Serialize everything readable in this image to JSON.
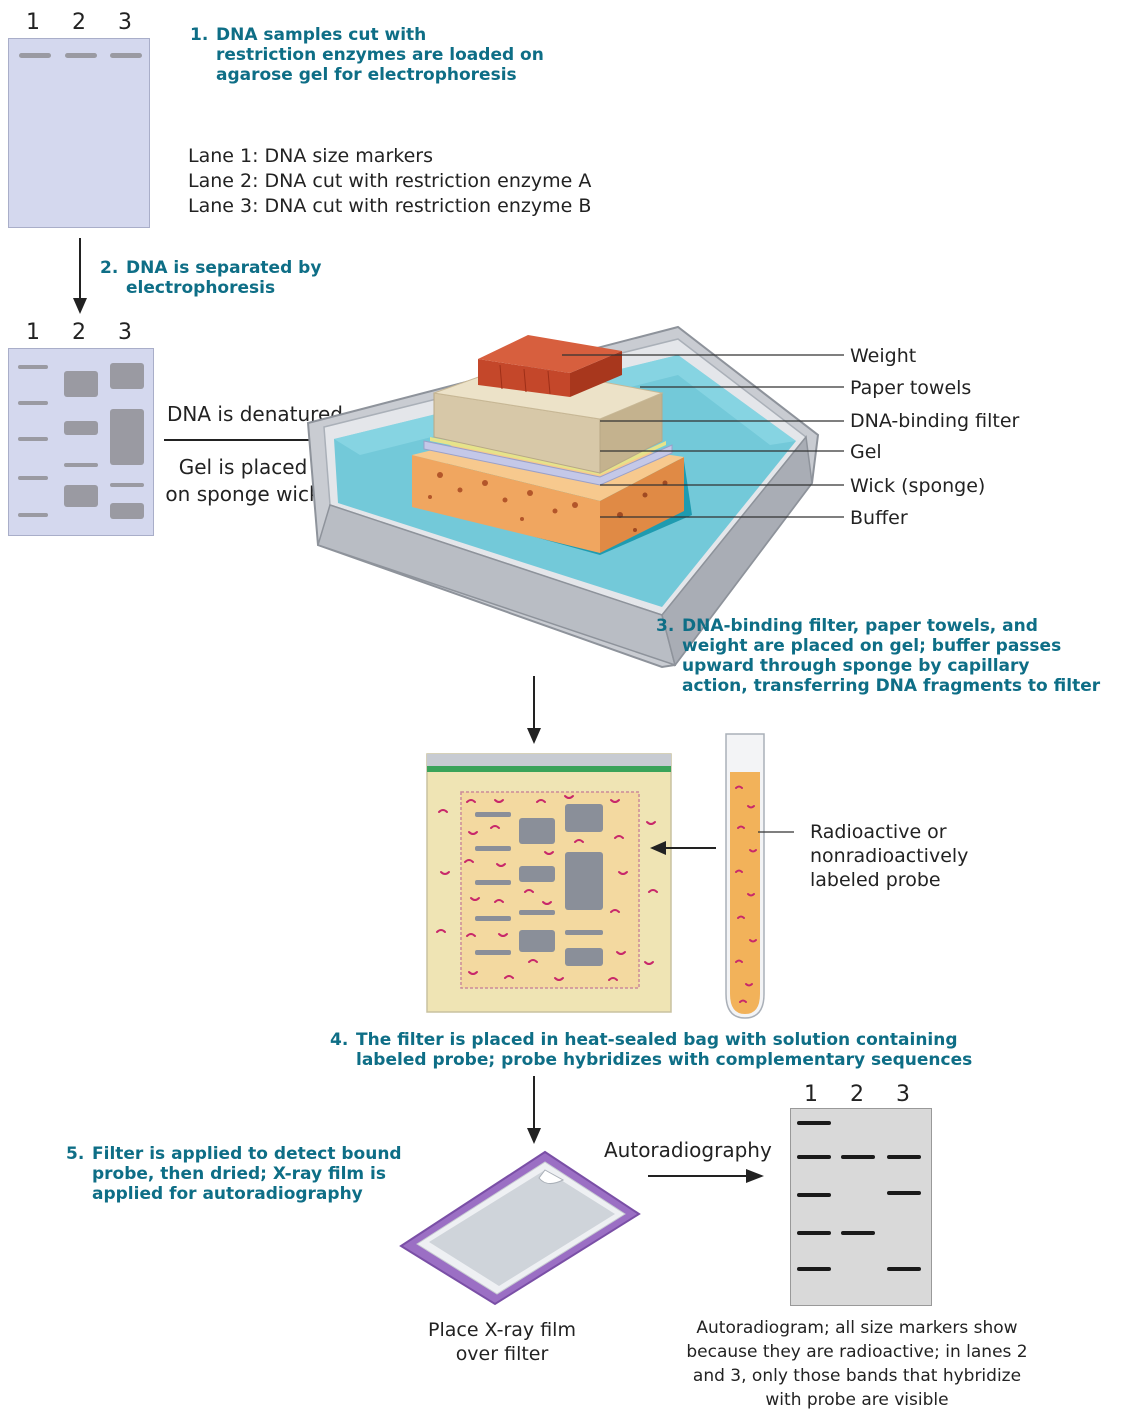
{
  "lanes": [
    "1",
    "2",
    "3"
  ],
  "step1": {
    "num": "1.",
    "text": "DNA samples cut with\nrestriction enzymes are loaded on\nagarose gel for electrophoresis"
  },
  "lane_legend": [
    "Lane 1: DNA size markers",
    "Lane 2: DNA cut with restriction enzyme A",
    "Lane 3: DNA cut with restriction enzyme B"
  ],
  "step2": {
    "num": "2.",
    "text": "DNA is separated by\nelectrophoresis"
  },
  "denatured": "DNA is denatured",
  "gel_placed": "Gel is placed\non sponge wick",
  "apparatus_labels": {
    "weight": "Weight",
    "paper_towels": "Paper towels",
    "filter": "DNA-binding filter",
    "gel": "Gel",
    "wick": "Wick (sponge)",
    "buffer": "Buffer"
  },
  "step3": {
    "num": "3.",
    "text": "DNA-binding filter, paper towels, and\nweight are placed on gel; buffer passes\nupward through sponge by capillary\naction, transferring DNA fragments to filter"
  },
  "probe_label": "Radioactive or\nnonradioactively\nlabeled probe",
  "step4": {
    "num": "4.",
    "text": "The filter is placed in heat-sealed bag with solution containing\nlabeled probe; probe hybridizes with complementary sequences"
  },
  "step5": {
    "num": "5.",
    "text": "Filter is applied to detect bound\nprobe, then dried; X-ray film is\napplied for autoradiography"
  },
  "autoradiography": "Autoradiography",
  "film_caption": "Place X-ray film\nover filter",
  "auto_caption": "Autoradiogram; all size markers show\nbecause they are radioactive; in lanes 2\nand 3, only those bands that hybridize\nwith probe are visible",
  "colors": {
    "step_text": "#0e6e86",
    "gel_fill": "#d4d8ee",
    "brick": "#c4472a",
    "sponge": "#f0a660",
    "buffer": "#5fc3d6",
    "probe": "#c8286a"
  }
}
